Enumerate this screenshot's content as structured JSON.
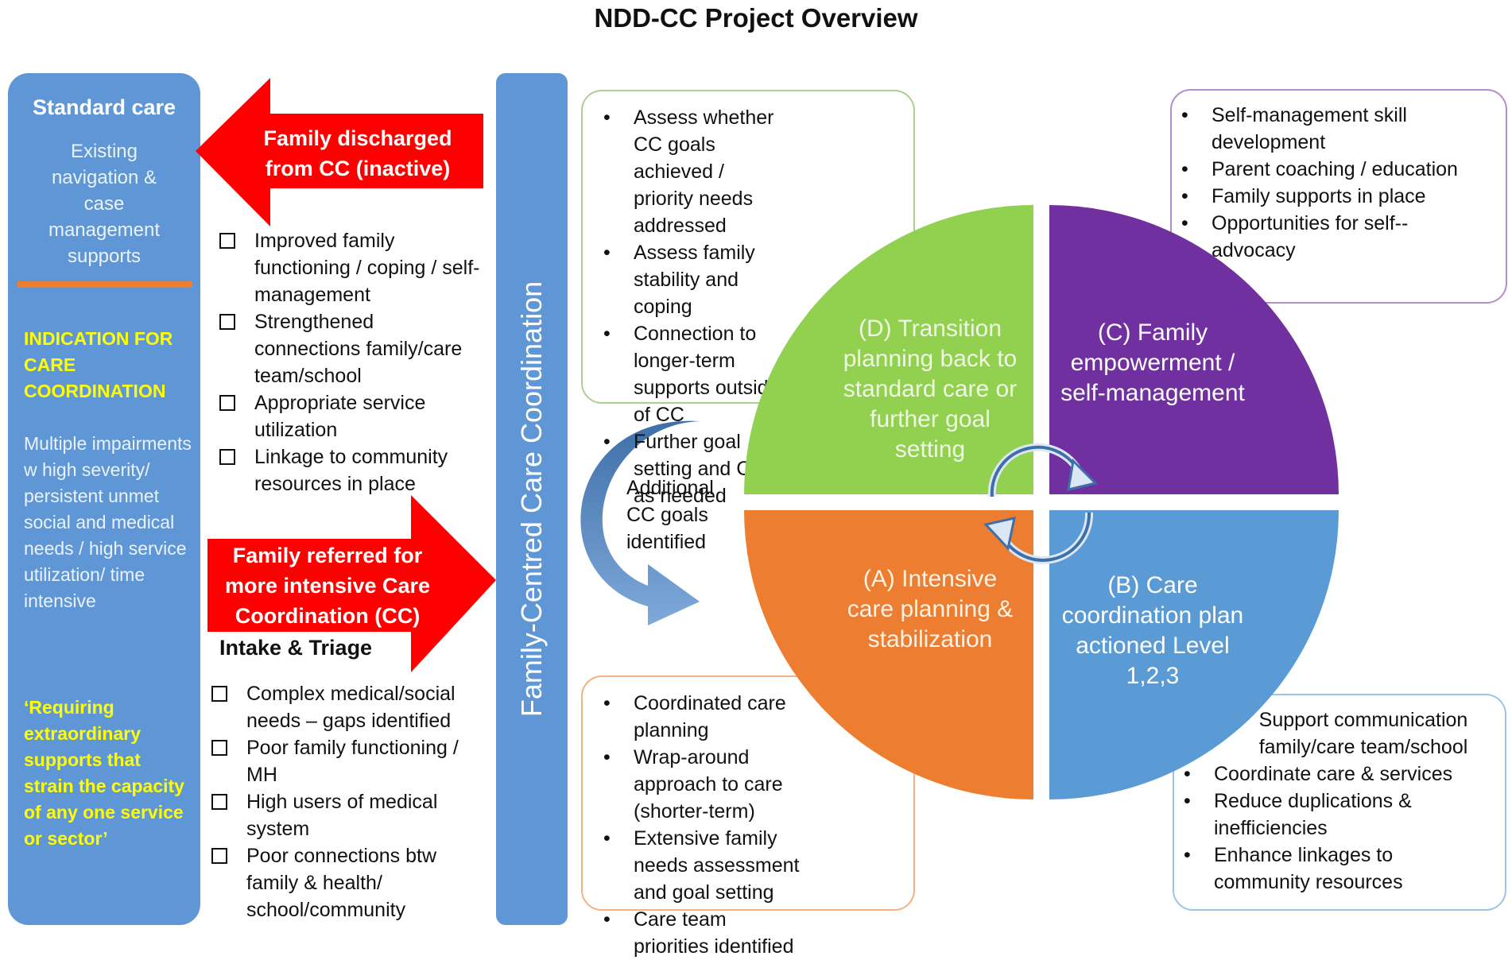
{
  "title": "NDD-CC Project Overview",
  "left_panel": {
    "standard_title": "Standard care",
    "standard_text": "Existing navigation & case management supports",
    "indication_title": "INDICATION FOR CARE COORDINATION",
    "indication_text": "Multiple impairments w high severity/ persistent unmet social and medical needs / high service utilization/ time intensive",
    "quote": "‘Requiring extraordinary supports that strain the capacity of any one service or sector’"
  },
  "discharge_arrow": {
    "label": "Family discharged from CC (inactive)",
    "color": "#ff0000"
  },
  "discharge_outcomes": [
    "Improved family functioning / coping / self-management",
    "Strengthened connections family/care team/school",
    "Appropriate service utilization",
    "Linkage to community resources in place"
  ],
  "referral_arrow": {
    "label": "Family referred for more intensive Care Coordination (CC)",
    "color": "#ff0000"
  },
  "intake": {
    "title": "Intake & Triage",
    "items": [
      "Complex medical/social needs – gaps identified",
      "Poor family functioning / MH",
      "High users of medical system",
      "Poor connections btw family & health/ school/community"
    ]
  },
  "vertical_bar_label": "Family-Centred Care Coordination",
  "curved_arrow_label": "Additional CC goals identified",
  "quadrants": {
    "D": {
      "label": "(D) Transition planning back to standard care or further goal setting",
      "color": "#92d050"
    },
    "C": {
      "label": "(C) Family empowerment / self-management",
      "color": "#7030a0"
    },
    "A": {
      "label": "(A) Intensive care planning & stabilization",
      "color": "#ed7d31"
    },
    "B": {
      "label": "(B) Care coordination plan actioned Level 1,2,3",
      "color": "#5b9bd5"
    }
  },
  "box_d": {
    "border_color": "#a9d18e",
    "items": [
      "Assess whether CC goals achieved / priority needs addressed",
      "Assess family stability and coping",
      "Connection to longer-term supports outside of CC",
      "Further goal setting and CC as needed"
    ]
  },
  "box_c": {
    "border_color": "#b48cd0",
    "items": [
      "Self-management skill development",
      "Parent coaching / education",
      "Family supports in place",
      "Opportunities for self--advocacy"
    ]
  },
  "box_a": {
    "border_color": "#f4b183",
    "items": [
      "Coordinated care planning",
      "Wrap-around approach to care (shorter-term)",
      "Extensive family needs assessment and goal setting",
      "Care team priorities identified"
    ]
  },
  "box_b": {
    "border_color": "#9dc3e6",
    "intro": "Support communication family/care team/school",
    "items": [
      "Coordinate care & services",
      "Reduce duplications & inefficiencies",
      "Enhance linkages to community resources"
    ]
  }
}
